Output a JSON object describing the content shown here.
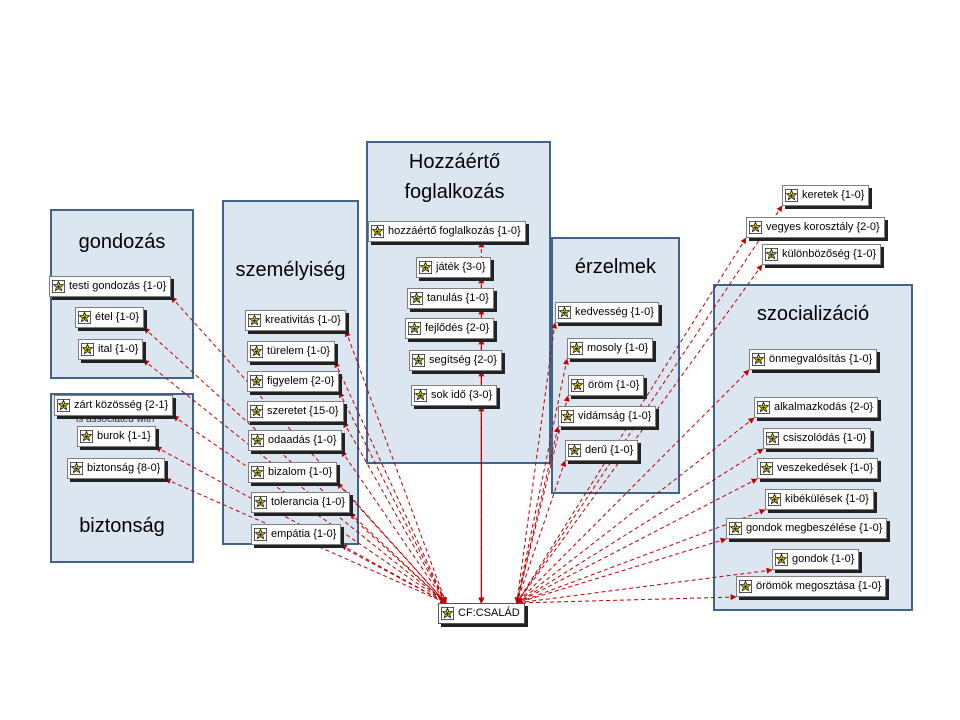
{
  "groups": [
    {
      "title": "gondozás"
    },
    {
      "title": "biztonság"
    },
    {
      "title": "személyiség"
    },
    {
      "title": "Hozzáértő foglalkozás"
    },
    {
      "title": "érzelmek"
    },
    {
      "title": "szocializáció"
    }
  ],
  "codes": {
    "testi_gondozas": "testi gondozás {1-0}",
    "etel": "étel {1-0}",
    "ital": "ital {1-0}",
    "zart_kozosseg": "zárt közösség {2-1}",
    "burok": "burok {1-1}",
    "biztonsag": "biztonság {8-0}",
    "kreativitas": "kreativitás {1-0}",
    "turelem": "türelem {1-0}",
    "figyelem": "figyelem {2-0}",
    "szeretet": "szeretet {15-0}",
    "odaadas": "odaadás {1-0}",
    "bizalom": "bizalom {1-0}",
    "tolerancia": "tolerancia {1-0}",
    "empatia": "empátia {1-0}",
    "hozzaerto": "hozzáértő foglalkozás {1-0}",
    "jatek": "játék {3-0}",
    "tanulas": "tanulás {1-0}",
    "fejlodes": "fejlődés {2-0}",
    "segitseg": "segítség {2-0}",
    "sok_ido": "sok idő {3-0}",
    "kedvesseg": "kedvesség {1-0}",
    "mosoly": "mosoly {1-0}",
    "orom": "öröm {1-0}",
    "vidamsag": "vidámság {1-0}",
    "deru": "derű {1-0}",
    "keretek": "keretek {1-0}",
    "vegyes_korosztaly": "vegyes korosztály {2-0}",
    "kulonbozoseg": "különbözőség {1-0}",
    "onmegvalositas": "önmegvalósítás {1-0}",
    "alkalmazkodas": "alkalmazkodás {2-0}",
    "csiszolodas": "csiszolódás {1-0}",
    "veszekedesek": "veszekedések {1-0}",
    "kibekulesek": "kibékülések {1-0}",
    "gondok_megbeszelese": "gondok megbeszélése {1-0}",
    "gondok": "gondok {1-0}",
    "oromok_megosztasa": "örömök megosztása {1-0}"
  },
  "family": "CF:CSALÁD",
  "relation_label": "is associated with",
  "colors": {
    "group_fill": "#dce6f1",
    "group_border": "#41648c",
    "link": "#c00000",
    "icon_fill": "#f2e600"
  },
  "icon": "code-star-icon"
}
